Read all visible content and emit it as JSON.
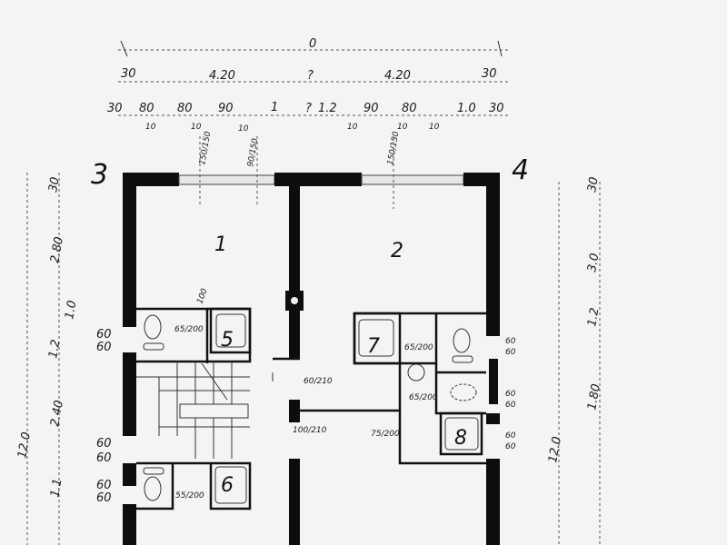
{
  "plan": {
    "axis_labels": {
      "left": "3",
      "right": "4"
    },
    "rooms": [
      {
        "number": "1"
      },
      {
        "number": "2"
      },
      {
        "number": "5"
      },
      {
        "number": "6"
      },
      {
        "number": "7"
      },
      {
        "number": "8"
      }
    ],
    "top_dimensions": {
      "row1": [
        "0"
      ],
      "row2": [
        "30",
        "4.20",
        "?",
        "4.20",
        "30"
      ],
      "row3": [
        "30",
        "80",
        "80",
        "90",
        "1",
        "?",
        "1.2",
        "90",
        "80",
        "1.0",
        "30"
      ],
      "row3_sub": [
        "10",
        "10",
        "10",
        "10",
        "10",
        "10"
      ],
      "window_heights": [
        "150/150",
        "90/150",
        "150/150"
      ]
    },
    "left_dimensions": [
      "30",
      "2.80",
      "1.0",
      "1.2",
      "2.40",
      "1.1",
      "12.0"
    ],
    "left_openings": [
      "60",
      "60",
      "60",
      "60",
      "60",
      "60"
    ],
    "right_dimensions": [
      "30",
      "3.0",
      "1.2",
      "1.80",
      "12.0"
    ],
    "right_openings": [
      "60",
      "60",
      "60",
      "60",
      "60",
      "60"
    ],
    "door_labels": [
      "65/200",
      "60/210",
      "100/210",
      "75/200",
      "65/200",
      "55/200",
      "65/200",
      "100"
    ]
  }
}
